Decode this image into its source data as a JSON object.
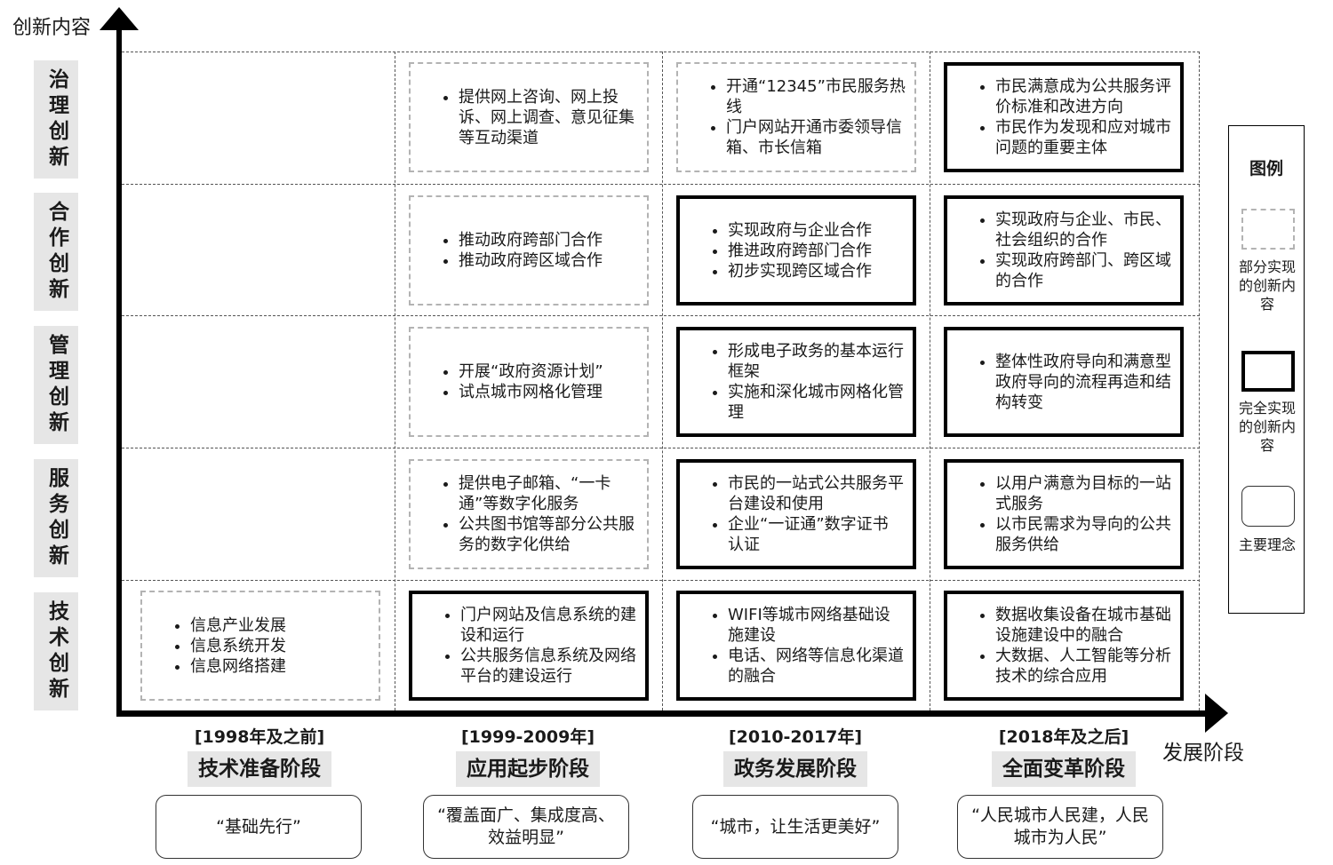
{
  "axes": {
    "y_title": "创新内容",
    "x_title": "发展阶段"
  },
  "rows": [
    {
      "label": "治理创新"
    },
    {
      "label": "合作创新"
    },
    {
      "label": "管理创新"
    },
    {
      "label": "服务创新"
    },
    {
      "label": "技术创新"
    }
  ],
  "stages": [
    {
      "date": "[1998年及之前]",
      "name": "技术准备阶段",
      "concept": "“基础先行”"
    },
    {
      "date": "[1999-2009年]",
      "name": "应用起步阶段",
      "concept": "“覆盖面广、集成度高、效益明显”"
    },
    {
      "date": "[2010-2017年]",
      "name": "政务发展阶段",
      "concept": "“城市，让生活更美好”"
    },
    {
      "date": "[2018年及之后]",
      "name": "全面变革阶段",
      "concept": "“人民城市人民建，人民城市为人民”"
    }
  ],
  "cells": [
    {
      "row": 0,
      "col": 1,
      "style": "partial",
      "items": [
        "提供网上咨询、网上投诉、网上调查、意见征集等互动渠道"
      ]
    },
    {
      "row": 0,
      "col": 2,
      "style": "partial",
      "items": [
        "开通“12345”市民服务热线",
        "门户网站开通市委领导信箱、市长信箱"
      ]
    },
    {
      "row": 0,
      "col": 3,
      "style": "full",
      "items": [
        "市民满意成为公共服务评价标准和改进方向",
        "市民作为发现和应对城市问题的重要主体"
      ]
    },
    {
      "row": 1,
      "col": 1,
      "style": "partial",
      "items": [
        "推动政府跨部门合作",
        "推动政府跨区域合作"
      ]
    },
    {
      "row": 1,
      "col": 2,
      "style": "full",
      "items": [
        "实现政府与企业合作",
        "推进政府跨部门合作",
        "初步实现跨区域合作"
      ]
    },
    {
      "row": 1,
      "col": 3,
      "style": "full",
      "items": [
        "实现政府与企业、市民、社会组织的合作",
        "实现政府跨部门、跨区域的合作"
      ]
    },
    {
      "row": 2,
      "col": 1,
      "style": "partial",
      "items": [
        "开展“政府资源计划”",
        "试点城市网格化管理"
      ]
    },
    {
      "row": 2,
      "col": 2,
      "style": "full",
      "items": [
        "形成电子政务的基本运行框架",
        "实施和深化城市网格化管理"
      ]
    },
    {
      "row": 2,
      "col": 3,
      "style": "full",
      "items": [
        "整体性政府导向和满意型政府导向的流程再造和结构转变"
      ]
    },
    {
      "row": 3,
      "col": 1,
      "style": "partial",
      "items": [
        "提供电子邮箱、“一卡通”等数字化服务",
        "公共图书馆等部分公共服务的数字化供给"
      ]
    },
    {
      "row": 3,
      "col": 2,
      "style": "full",
      "items": [
        "市民的一站式公共服务平台建设和使用",
        "企业“一证通”数字证书认证"
      ]
    },
    {
      "row": 3,
      "col": 3,
      "style": "full",
      "items": [
        "以用户满意为目标的一站式服务",
        "以市民需求为导向的公共服务供给"
      ]
    },
    {
      "row": 4,
      "col": 0,
      "style": "partial",
      "items": [
        "信息产业发展",
        "信息系统开发",
        "信息网络搭建"
      ]
    },
    {
      "row": 4,
      "col": 1,
      "style": "full",
      "items": [
        "门户网站及信息系统的建设和运行",
        "公共服务信息系统及网络平台的建设运行"
      ]
    },
    {
      "row": 4,
      "col": 2,
      "style": "full",
      "items": [
        "WIFI等城市网络基础设施建设",
        "电话、网络等信息化渠道的融合"
      ]
    },
    {
      "row": 4,
      "col": 3,
      "style": "full",
      "items": [
        "数据收集设备在城市基础设施建设中的融合",
        "大数据、人工智能等分析技术的综合应用"
      ]
    }
  ],
  "legend": {
    "title": "图例",
    "items": [
      {
        "style": "partial",
        "label": "部分实现的创新内容"
      },
      {
        "style": "full",
        "label": "完全实现的创新内容"
      },
      {
        "style": "concept",
        "label": "主要理念"
      }
    ]
  }
}
